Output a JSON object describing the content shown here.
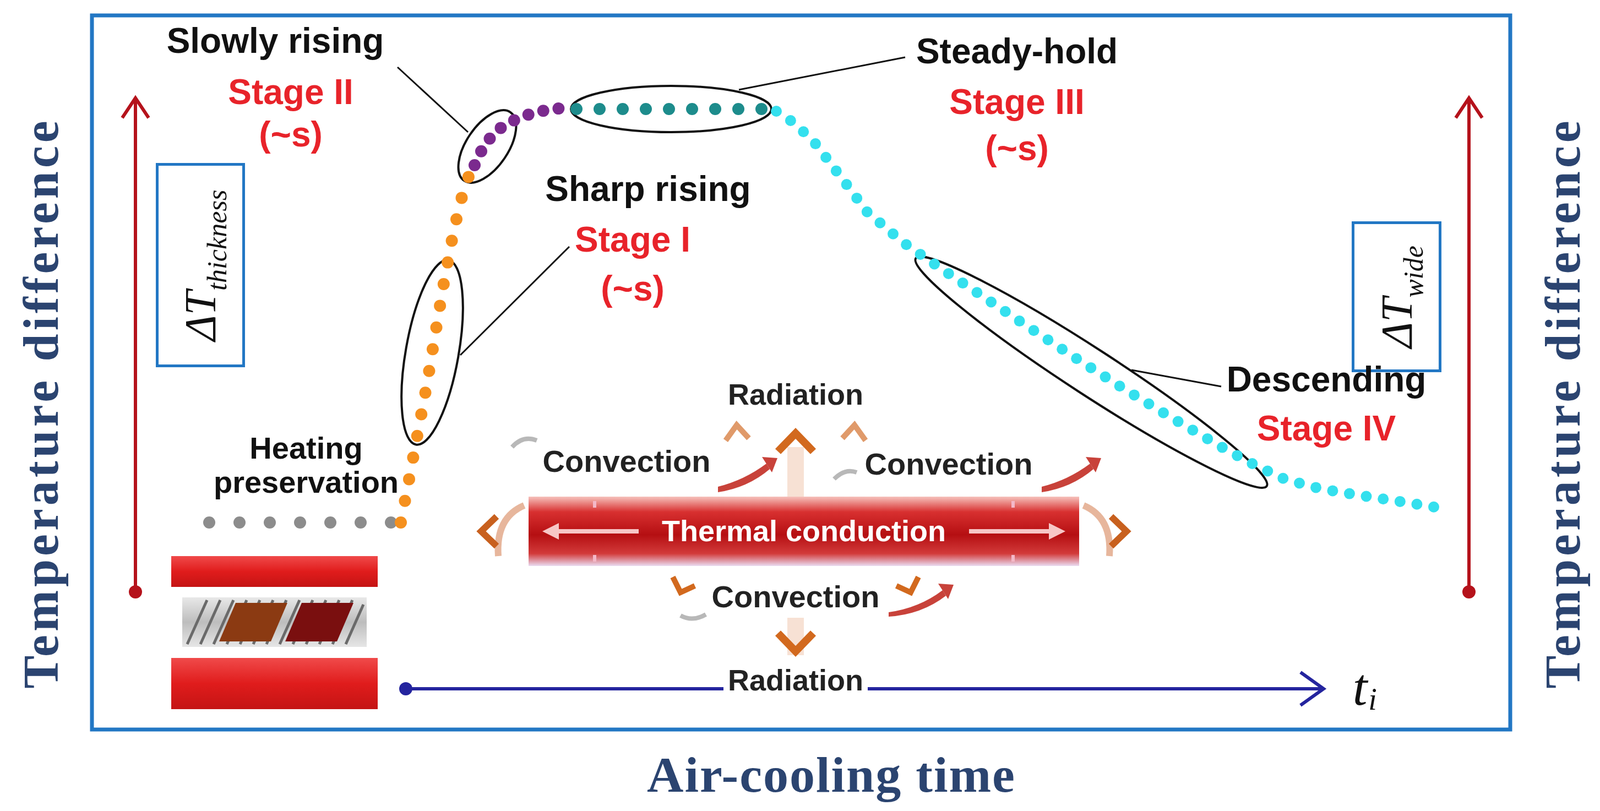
{
  "diagram": {
    "nodes": [
      {
        "text": [
          "ΔT",
          "thickness"
        ]
      },
      {
        "text": [
          "Thermal conduction"
        ]
      },
      {
        "text": [
          "ΔT",
          "wide"
        ]
      }
    ],
    "labels": [
      "Slowly rising",
      "Stage II",
      "(~s)",
      "Steady-hold",
      "Stage III",
      "(~s)",
      "Sharp rising",
      "Stage I",
      "(~s)",
      "Heating preservation",
      "Descending",
      "Stage IV",
      "Radiation",
      "Convection",
      "Convection",
      "Convection",
      "Radiation",
      "Temperature difference",
      "Temperature difference",
      "t",
      "i",
      "Air-cooling time"
    ]
  }
}
